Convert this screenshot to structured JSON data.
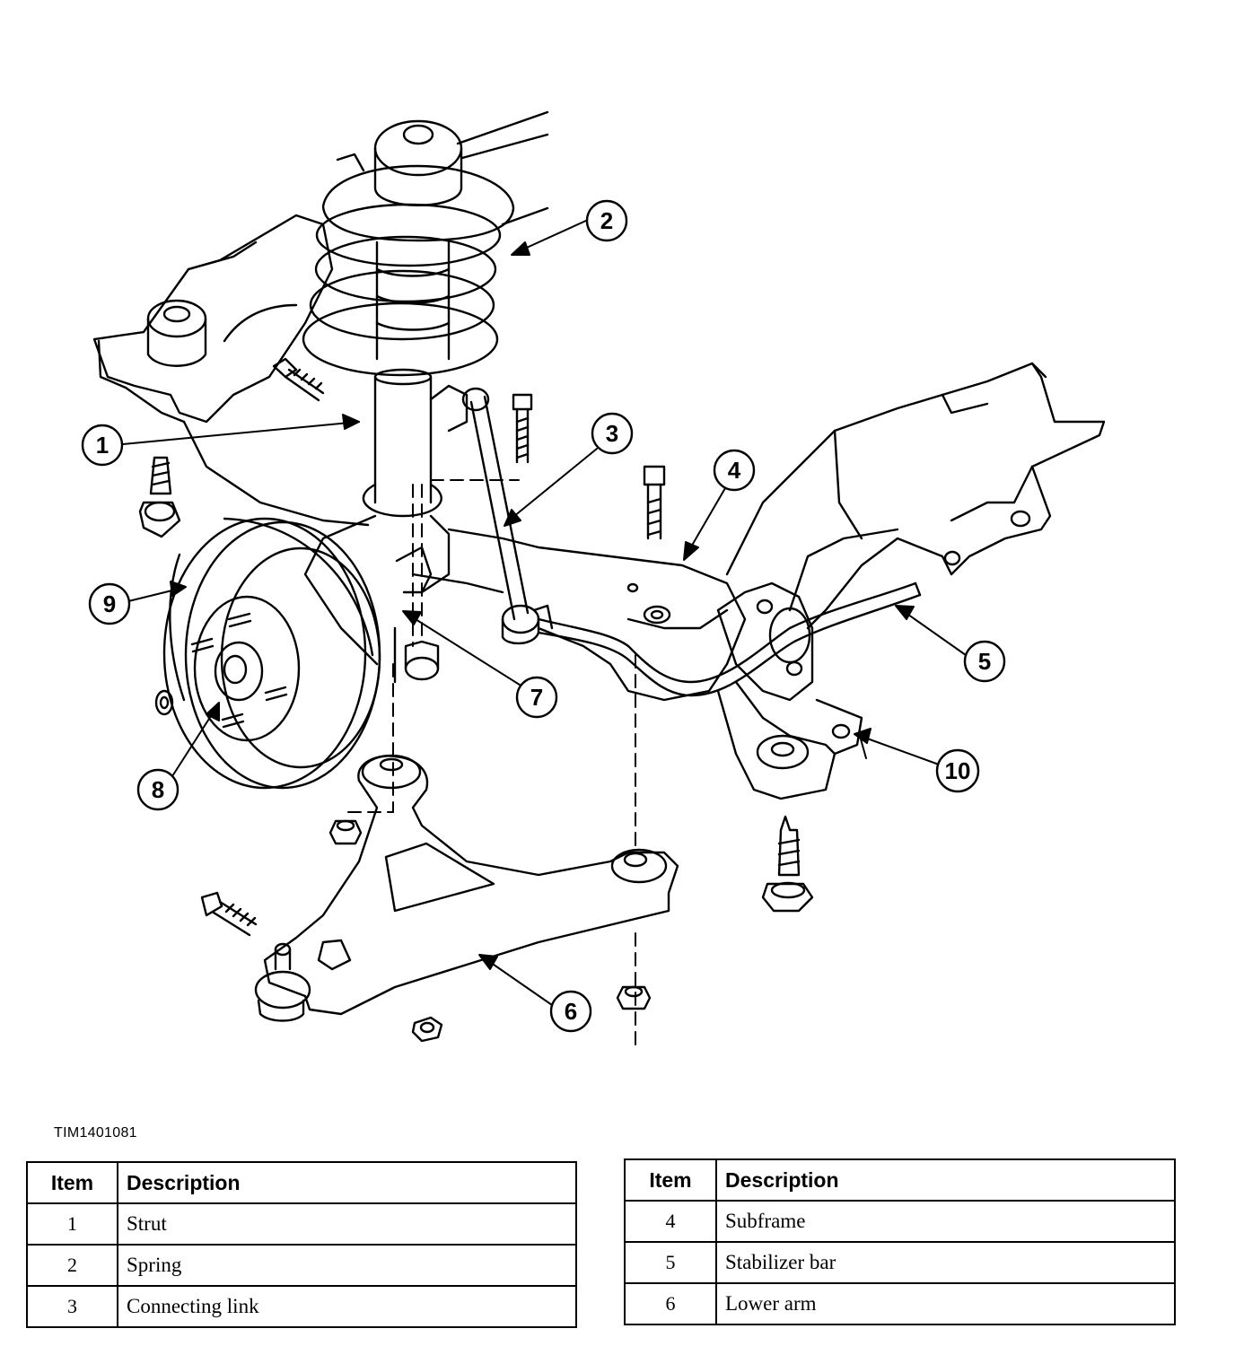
{
  "figure_id": "TIM1401081",
  "callouts": [
    "1",
    "2",
    "3",
    "4",
    "5",
    "6",
    "7",
    "8",
    "9",
    "10"
  ],
  "table_headers": {
    "item": "Item",
    "description": "Description"
  },
  "legend_left": [
    {
      "item": "1",
      "description": "Strut"
    },
    {
      "item": "2",
      "description": "Spring"
    },
    {
      "item": "3",
      "description": "Connecting link"
    }
  ],
  "legend_right": [
    {
      "item": "4",
      "description": "Subframe"
    },
    {
      "item": "5",
      "description": "Stabilizer bar"
    },
    {
      "item": "6",
      "description": "Lower arm"
    }
  ]
}
